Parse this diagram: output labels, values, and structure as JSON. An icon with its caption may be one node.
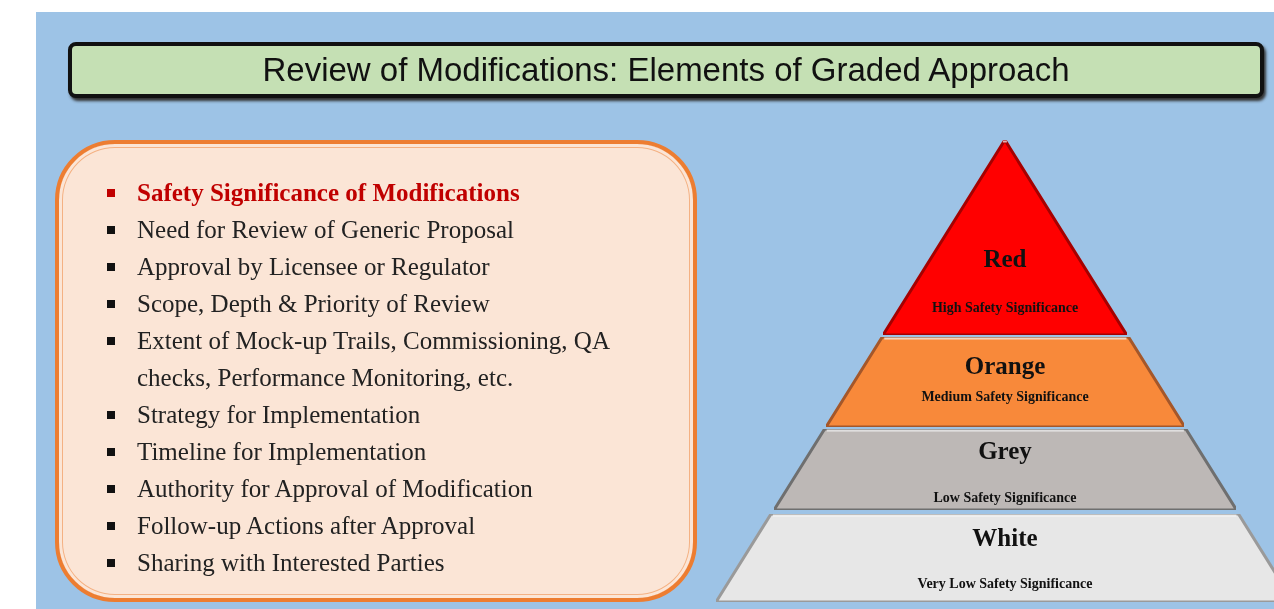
{
  "diagram": {
    "title": "Review of Modifications: Elements of Graded Approach",
    "nodes": [
      {
        "text": [
          "Safety Significance of Modifications",
          "Need for Review of Generic Proposal",
          "Approval by Licensee or Regulator",
          "Scope, Depth & Priority of Review",
          "Extent of Mock-up Trails, Commissioning, QA checks, Performance Monitoring, etc.",
          "Strategy for Implementation",
          "Timeline for Implementation",
          "Authority for Approval of Modification",
          "Follow-up Actions after Approval",
          "Sharing with Interested Parties"
        ]
      },
      {
        "text": [
          "Red",
          "High Safety Significance"
        ]
      },
      {
        "text": [
          "Orange",
          "Medium Safety Significance"
        ]
      },
      {
        "text": [
          "Grey",
          "Low Safety Significance"
        ]
      },
      {
        "text": [
          "White",
          "Very Low Safety Significance"
        ]
      }
    ]
  }
}
